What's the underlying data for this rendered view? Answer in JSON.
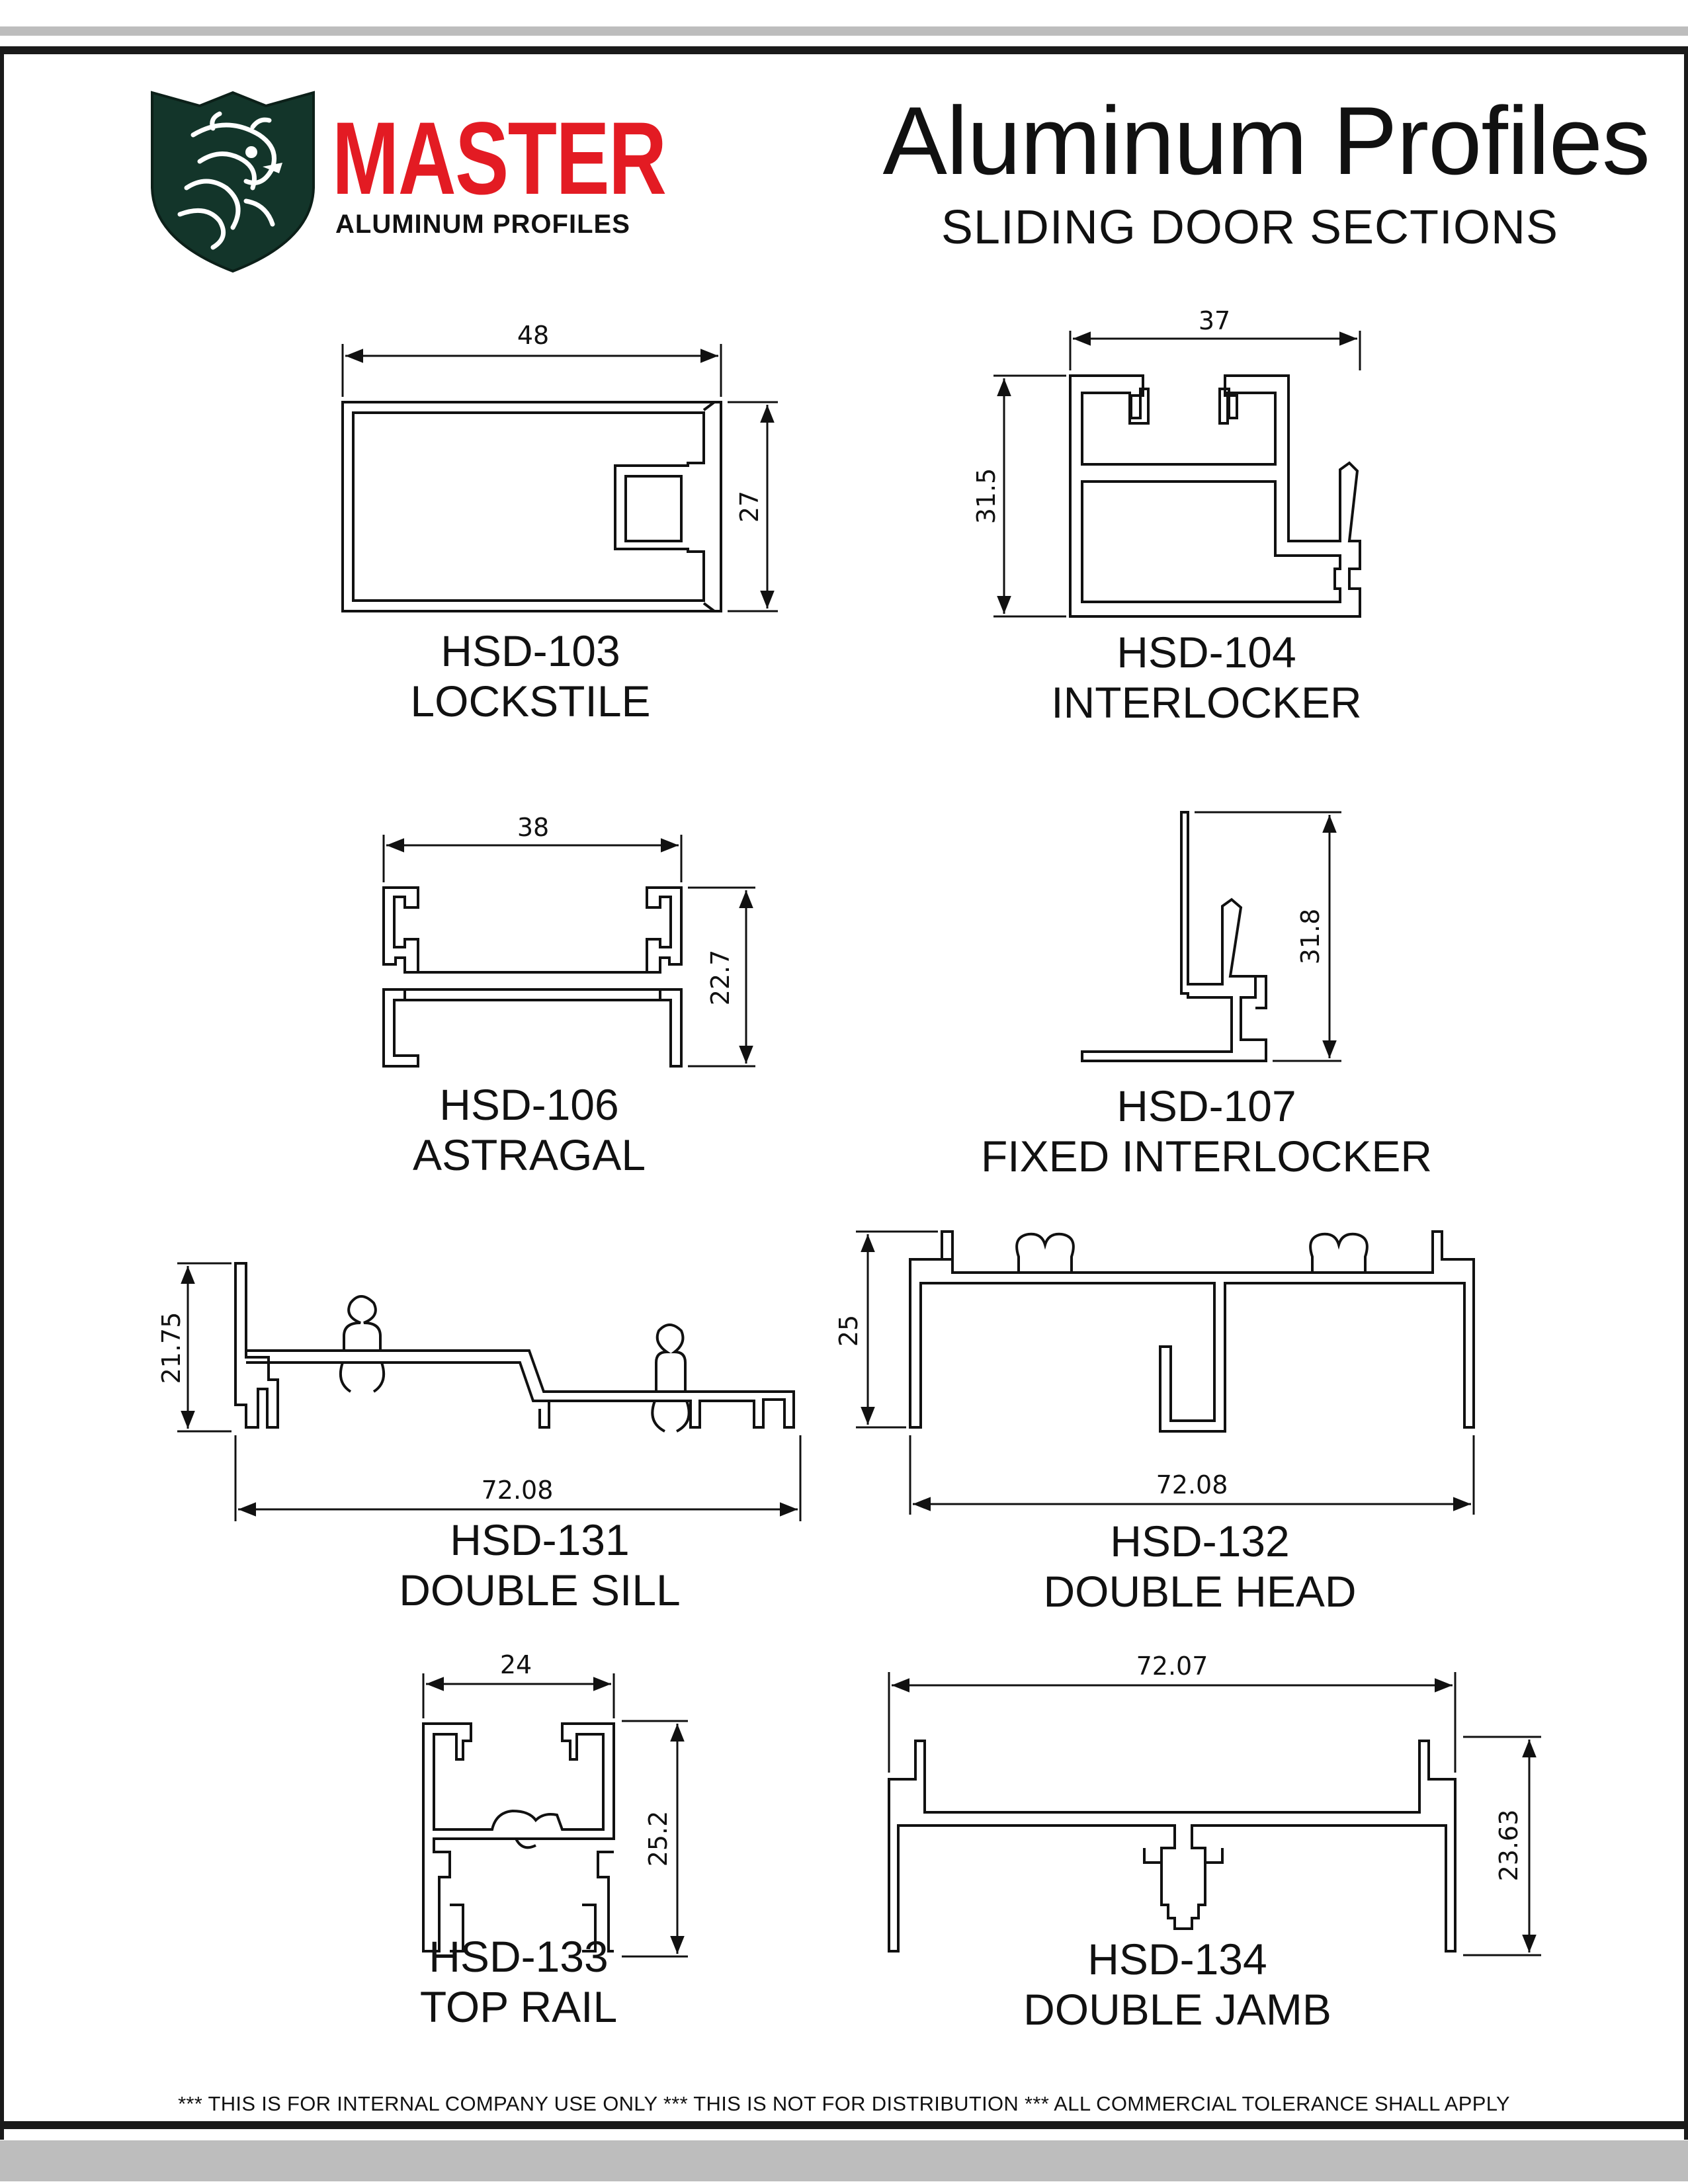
{
  "brand": {
    "name": "MASTER",
    "tagline": "ALUMINUM PROFILES",
    "logo_icon": "dragon-shield-icon",
    "brand_color": "#e31b23",
    "shield_color": "#13352a"
  },
  "header": {
    "title": "Aluminum Profiles",
    "subtitle": "SLIDING DOOR SECTIONS"
  },
  "profiles": [
    {
      "code": "HSD-103",
      "name": "LOCKSTILE",
      "dimensions": {
        "width": "48",
        "height": "27"
      }
    },
    {
      "code": "HSD-104",
      "name": "INTERLOCKER",
      "dimensions": {
        "width": "37",
        "height": "31.5"
      }
    },
    {
      "code": "HSD-106",
      "name": "ASTRAGAL",
      "dimensions": {
        "width": "38",
        "height": "22.7"
      }
    },
    {
      "code": "HSD-107",
      "name": "FIXED INTERLOCKER",
      "dimensions": {
        "height": "31.8"
      }
    },
    {
      "code": "HSD-131",
      "name": "DOUBLE SILL",
      "dimensions": {
        "width": "72.08",
        "height": "21.75"
      }
    },
    {
      "code": "HSD-132",
      "name": "DOUBLE HEAD",
      "dimensions": {
        "width": "72.08",
        "height": "25"
      }
    },
    {
      "code": "HSD-133",
      "name": "TOP RAIL",
      "dimensions": {
        "width": "24",
        "height": "25.2"
      }
    },
    {
      "code": "HSD-134",
      "name": "DOUBLE JAMB",
      "dimensions": {
        "width": "72.07",
        "height": "23.63"
      }
    }
  ],
  "footer": {
    "notice": "*** THIS IS FOR INTERNAL COMPANY USE ONLY *** THIS IS NOT FOR DISTRIBUTION *** ALL COMMERCIAL TOLERANCE SHALL APPLY"
  }
}
